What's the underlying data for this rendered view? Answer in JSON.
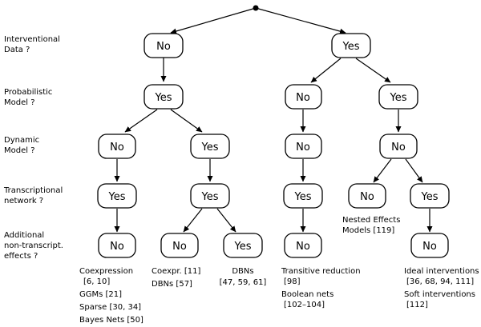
{
  "questions": {
    "interventional": [
      "Interventional",
      "Data ?"
    ],
    "probabilistic": [
      "Probabilistic",
      "Model ?"
    ],
    "dynamic": [
      "Dynamic",
      "Model ?"
    ],
    "transcriptional": [
      "Transcriptional",
      "network ?"
    ],
    "additional": [
      "Additional",
      "non-transcript.",
      "effects ?"
    ]
  },
  "nodes": {
    "interventional_no": "No",
    "interventional_yes": "Yes",
    "probabilistic_yes_left": "Yes",
    "probabilistic_no_mid": "No",
    "probabilistic_yes_right": "Yes",
    "dynamic_no_left": "No",
    "dynamic_yes": "Yes",
    "dynamic_no_mid": "No",
    "dynamic_no_right": "No",
    "transcriptional_yes_1": "Yes",
    "transcriptional_yes_2": "Yes",
    "transcriptional_yes_3": "Yes",
    "transcriptional_no_4": "No",
    "transcriptional_yes_5": "Yes",
    "additional_no_1": "No",
    "additional_no_2": "No",
    "additional_yes_3": "Yes",
    "additional_no_4": "No",
    "additional_no_5": "No"
  },
  "leaves": {
    "coexpression": [
      "Coexpression",
      "[6, 10]",
      "GGMs [21]",
      "Sparse [30, 34]",
      "Bayes Nets [50]"
    ],
    "coexpr_dbn": [
      "Coexpr. [11]",
      "DBNs [57]"
    ],
    "dbns": [
      "DBNs",
      "[47, 59, 61]"
    ],
    "transitive": [
      "Transitive reduction",
      "[98]",
      "Boolean nets",
      "[102–104]"
    ],
    "nested": [
      "Nested Effects",
      "Models [119]"
    ],
    "interventions": [
      "Ideal interventions",
      "[36, 68, 94, 111]",
      "Soft interventions",
      "[112]"
    ]
  }
}
